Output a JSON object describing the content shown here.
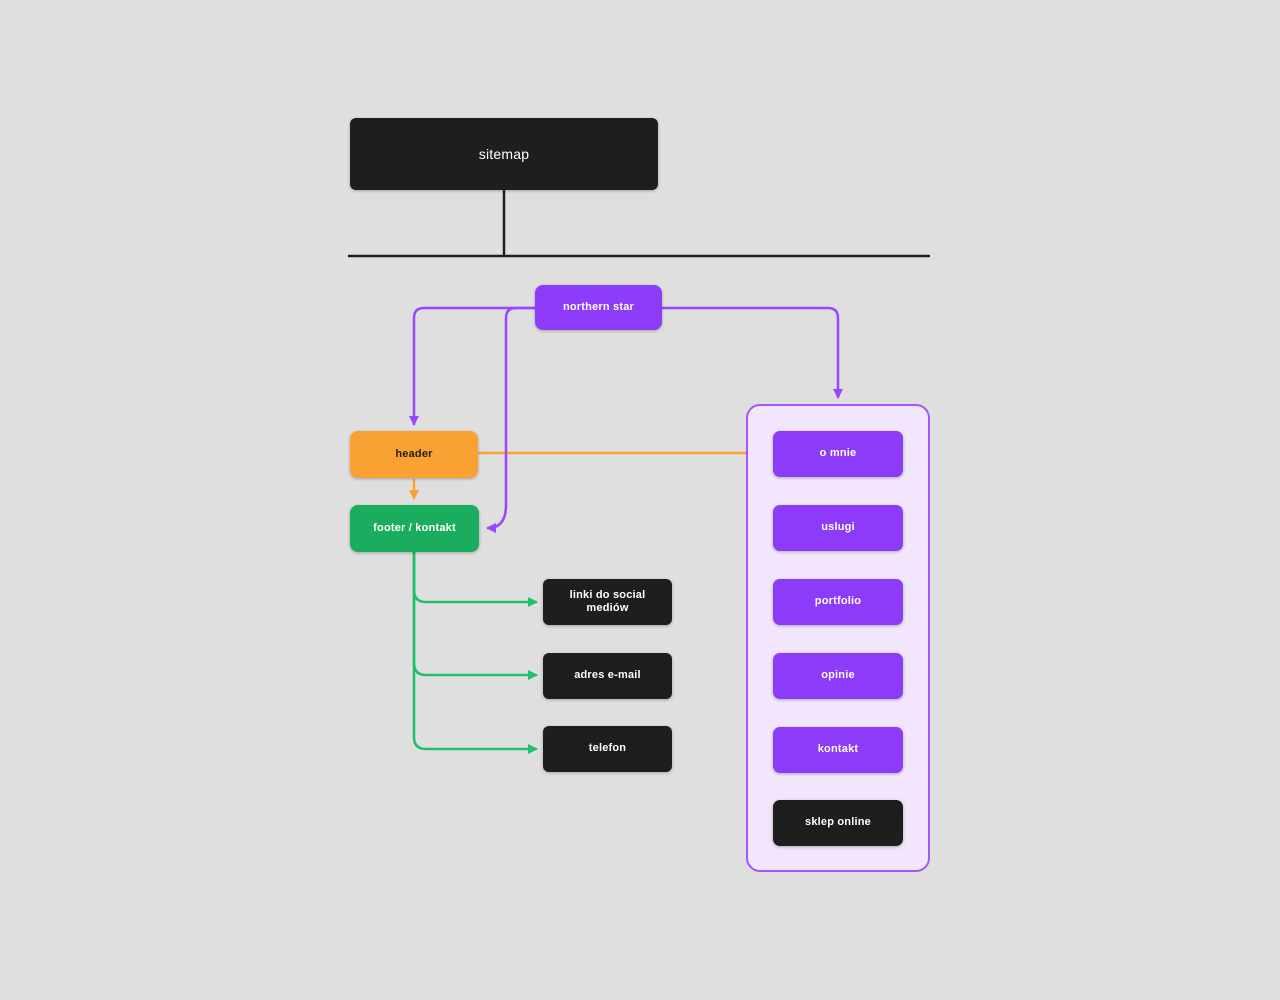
{
  "diagram": {
    "root": {
      "label": "sitemap"
    },
    "nodes": {
      "northern_star": {
        "label": "northern star"
      },
      "header": {
        "label": "header"
      },
      "footer": {
        "label": "footer / kontakt"
      },
      "social_links": {
        "label": "linki do social mediów"
      },
      "email": {
        "label": "adres e-mail"
      },
      "phone": {
        "label": "telefon"
      }
    },
    "pages_group": [
      {
        "label": "o mnie",
        "variant": "purple"
      },
      {
        "label": "uslugi",
        "variant": "purple"
      },
      {
        "label": "portfolio",
        "variant": "purple"
      },
      {
        "label": "opinie",
        "variant": "purple"
      },
      {
        "label": "kontakt",
        "variant": "purple"
      },
      {
        "label": "sklep online",
        "variant": "dark"
      }
    ],
    "colors": {
      "background": "#e0dfdf",
      "node_dark": "#1e1e1e",
      "node_purple": "#8c3bf8",
      "node_orange": "#f9a233",
      "node_green": "#1bad5e",
      "connector_black": "#1e1e1e",
      "connector_purple": "#9747ff",
      "connector_orange": "#f9a233",
      "connector_green": "#1fbe68",
      "group_fill": "#f2e6fc",
      "group_border": "#a158fa"
    }
  }
}
